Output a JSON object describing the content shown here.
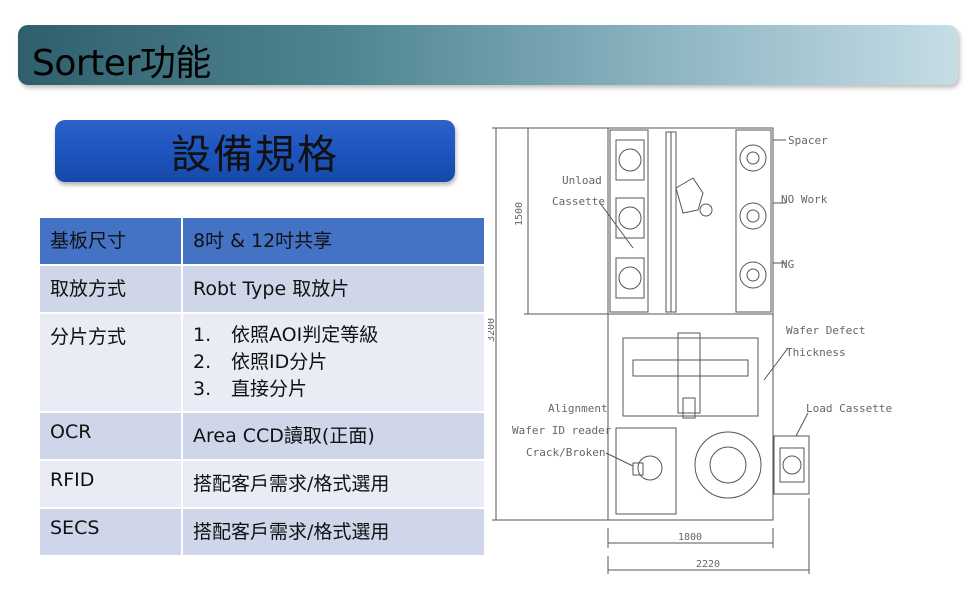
{
  "header": {
    "title": "Sorter功能"
  },
  "section": {
    "title": "設備規格"
  },
  "spec_table": {
    "rows": [
      {
        "key": "基板尺寸",
        "value": "8吋 & 12吋共享"
      },
      {
        "key": "取放方式",
        "value": "Robt Type 取放片"
      },
      {
        "key": "分片方式",
        "items": [
          {
            "num": "1.",
            "text": "依照AOI判定等級"
          },
          {
            "num": "2.",
            "text": "依照ID分片"
          },
          {
            "num": "3.",
            "text": "直接分片"
          }
        ]
      },
      {
        "key": "OCR",
        "value": "Area CCD讀取(正面)"
      },
      {
        "key": "RFID",
        "value": "搭配客戶需求/格式選用"
      },
      {
        "key": "SECS",
        "value": "搭配客戶需求/格式選用"
      }
    ]
  },
  "drawing": {
    "labels": {
      "spacer": "Spacer",
      "no_work": "NO Work",
      "ng": "NG",
      "unload": "Unload",
      "cassette": "Cassette",
      "wafer_defect": "Wafer Defect",
      "thickness": "Thickness",
      "alignment": "Alignment",
      "wafer_id_reader": "Wafer ID reader",
      "crack_broken": "Crack/Broken",
      "load_cassette": "Load Cassette"
    },
    "dimensions": {
      "height_top": "1500",
      "height_total": "3200",
      "width_inner": "1800",
      "width_total": "2220"
    }
  }
}
